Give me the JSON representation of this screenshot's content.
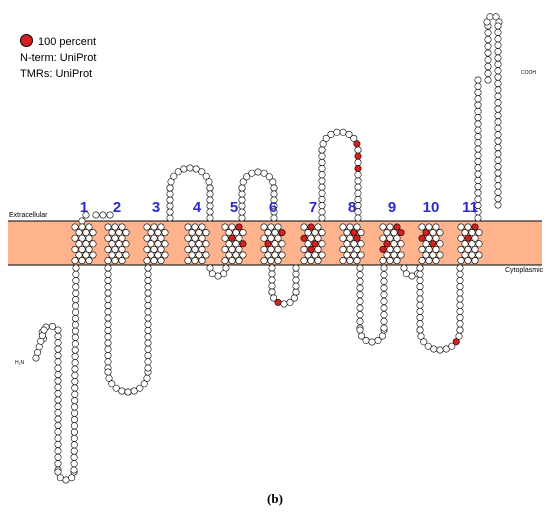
{
  "legend": {
    "dot_label": "100 percent",
    "nterm": "N-term: UniProt",
    "tmrs": "TMRs: UniProt"
  },
  "membrane": {
    "extracellular_label": "Extracellular",
    "cytoplasmic_label": "Cytoplasmic",
    "fill_color": "#ffb38c",
    "highlight_color": "#d62020"
  },
  "termini": {
    "n_label": "H₂N",
    "c_label": "COOH"
  },
  "helices": [
    {
      "number": "1"
    },
    {
      "number": "2"
    },
    {
      "number": "3"
    },
    {
      "number": "4"
    },
    {
      "number": "5"
    },
    {
      "number": "6"
    },
    {
      "number": "7"
    },
    {
      "number": "8"
    },
    {
      "number": "9"
    },
    {
      "number": "10"
    },
    {
      "number": "11"
    }
  ],
  "caption": "(b)"
}
